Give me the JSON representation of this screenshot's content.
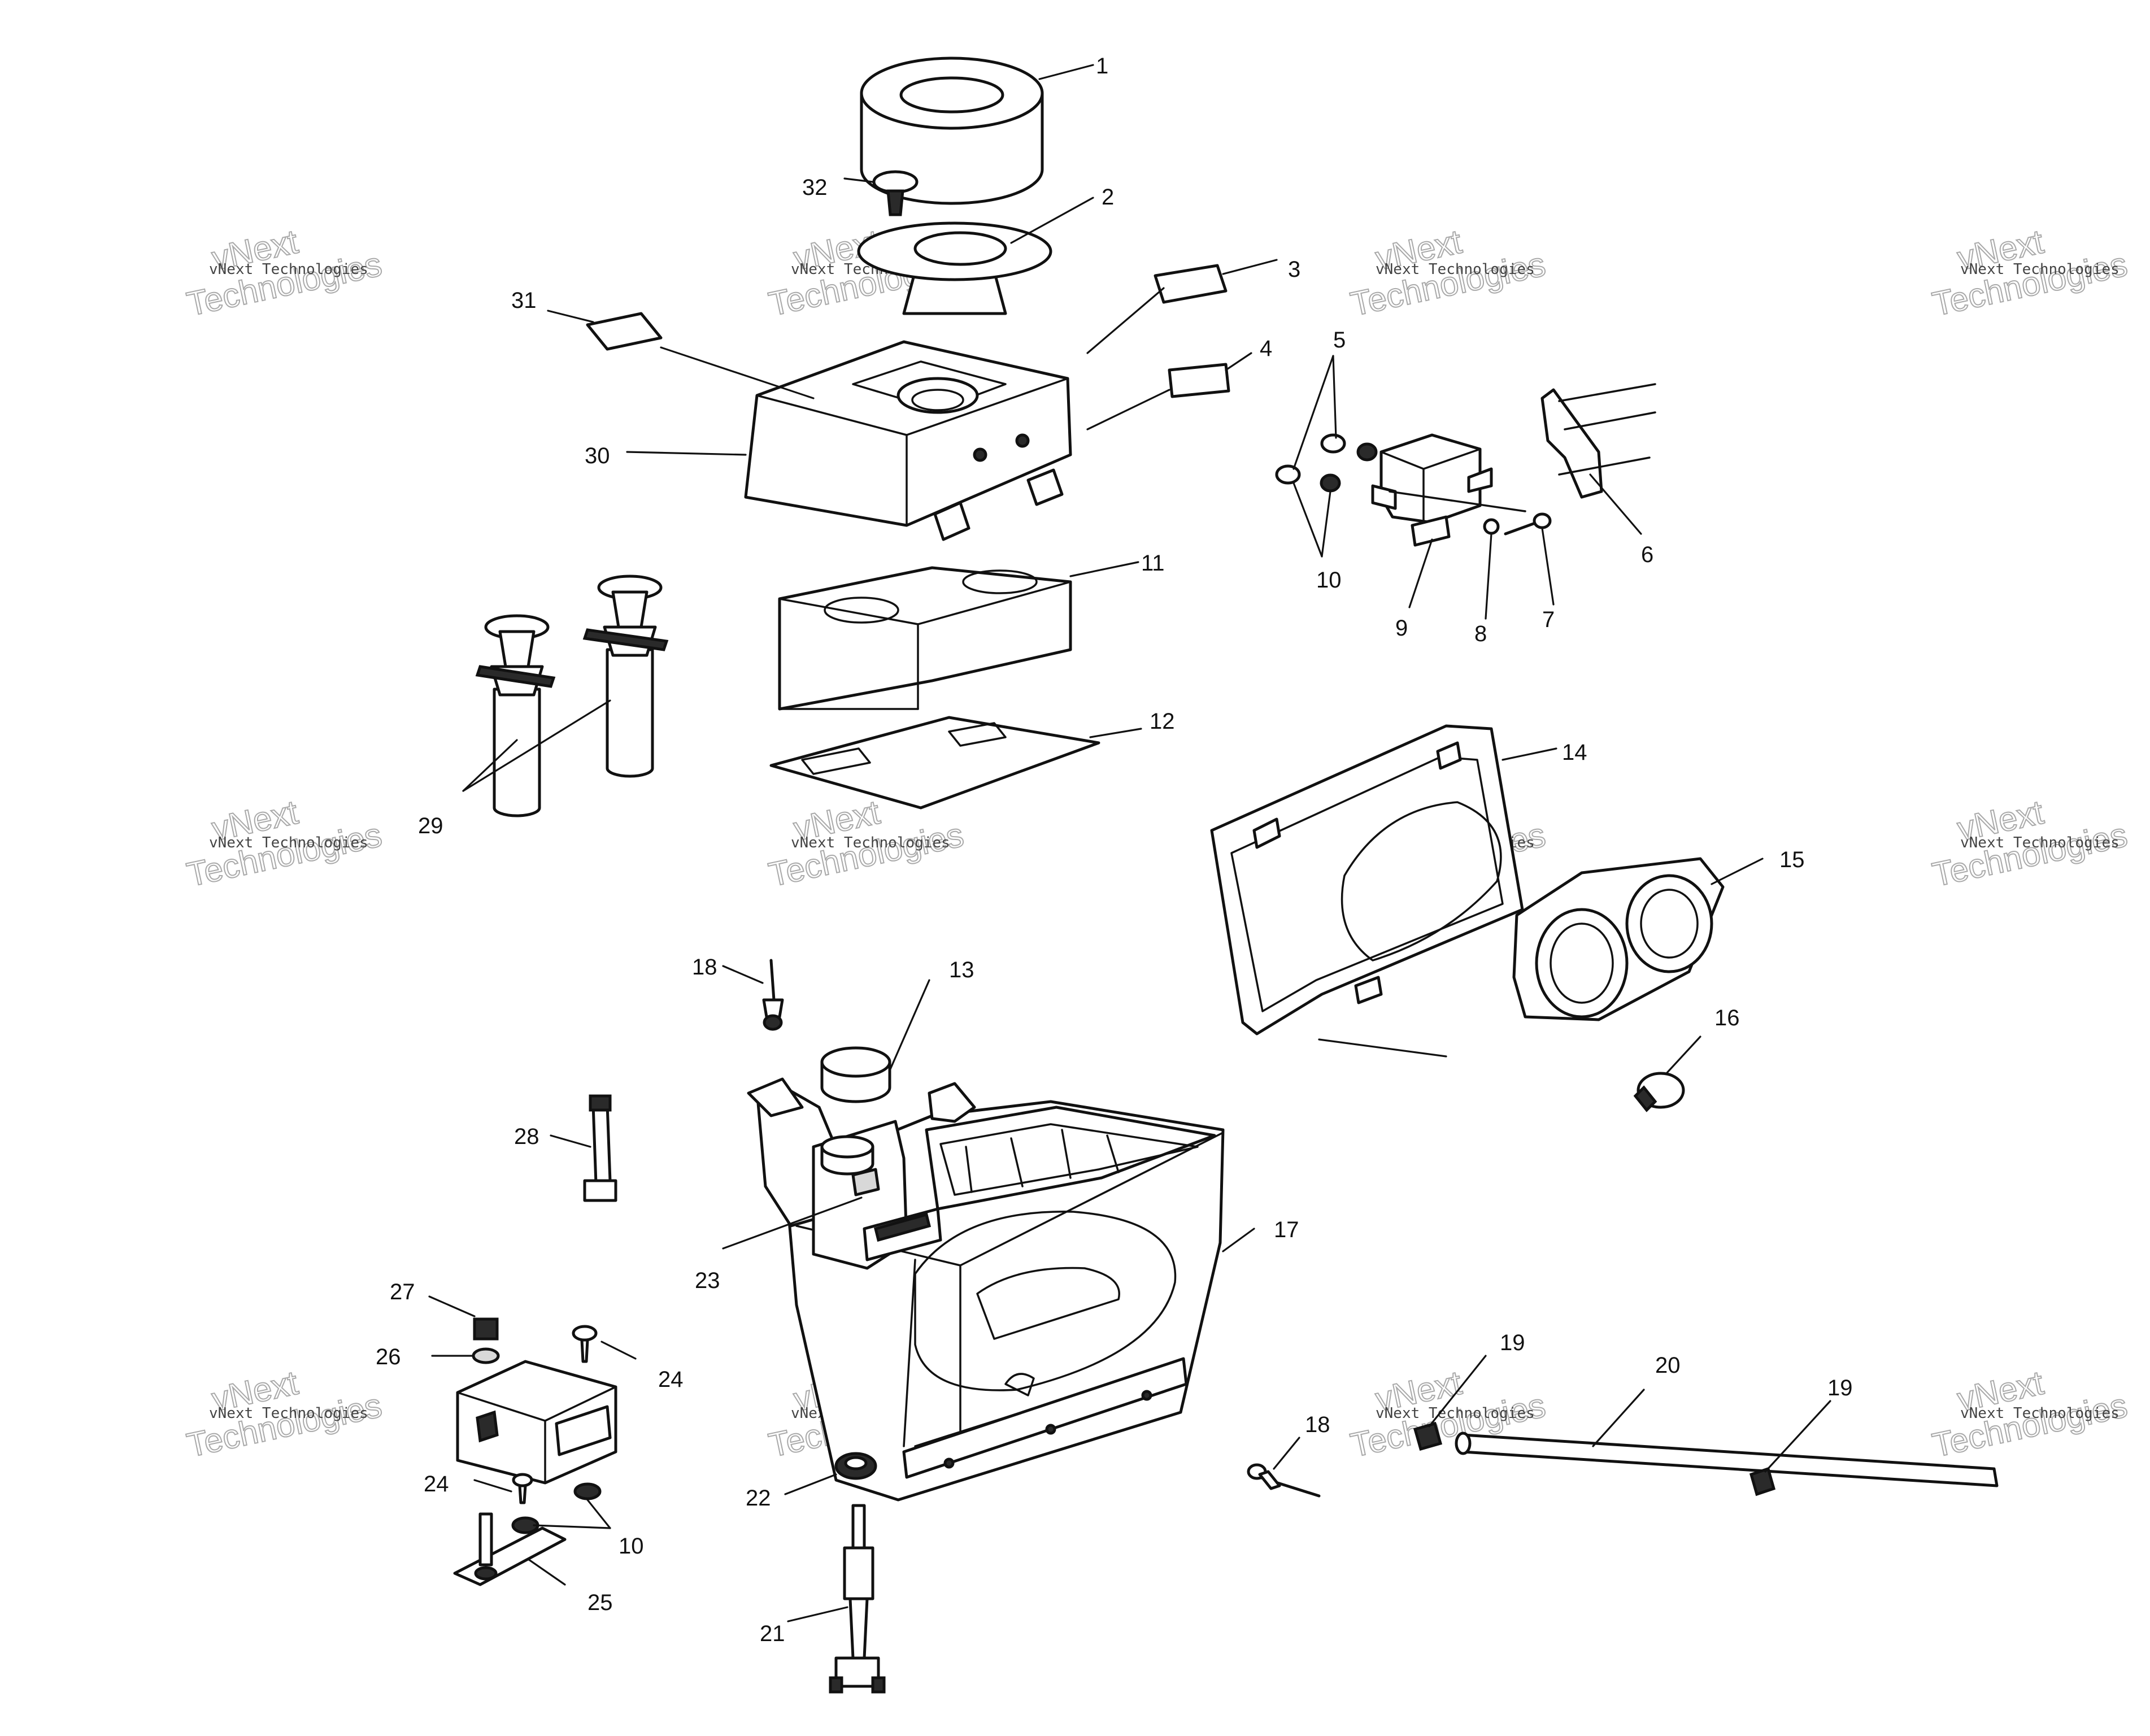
{
  "watermark": {
    "line_small": "vNext Technologies",
    "line_big_1": "vNext",
    "line_big_2": "Technologies"
  },
  "callouts": {
    "p1": "1",
    "p2": "2",
    "p3": "3",
    "p4": "4",
    "p5": "5",
    "p6": "6",
    "p7": "7",
    "p8": "8",
    "p9": "9",
    "p10a": "10",
    "p10b": "10",
    "p11": "11",
    "p12": "12",
    "p13": "13",
    "p14": "14",
    "p15": "15",
    "p16": "16",
    "p17": "17",
    "p18a": "18",
    "p18b": "18",
    "p19a": "19",
    "p19b": "19",
    "p20": "20",
    "p21": "21",
    "p22": "22",
    "p23": "23",
    "p24a": "24",
    "p24b": "24",
    "p25": "25",
    "p26": "26",
    "p27": "27",
    "p28": "28",
    "p29": "29",
    "p30": "30",
    "p31": "31",
    "p32": "32"
  }
}
